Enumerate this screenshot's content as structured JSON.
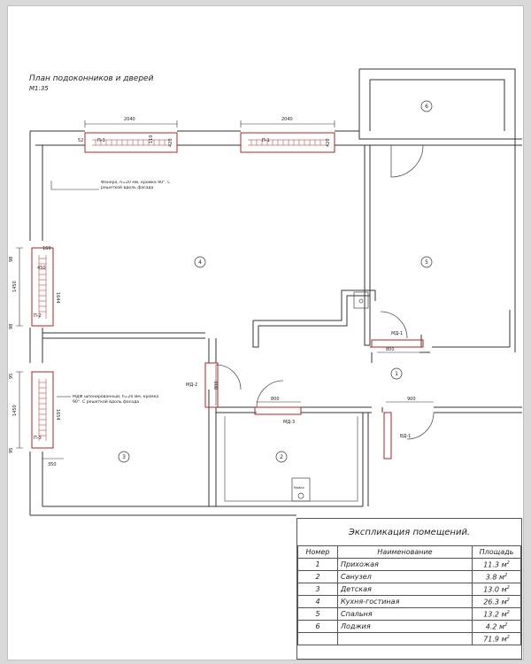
{
  "plan": {
    "title": "План подоконников и дверей",
    "scale": "М1:35",
    "dimensions": {
      "sill_top_left": "2040",
      "sill_top_right": "2040",
      "sill_left_depth": "450",
      "sill_left_height": "1450",
      "sill_left_full": "1644",
      "sill_left_low_height": "1450",
      "sill_low_depth": "350",
      "door_800_a": "800",
      "door_800_b": "800",
      "door_800_c": "800",
      "door_900": "900",
      "small_a": "95",
      "small_b": "95",
      "small_c": "98",
      "small_d": "98",
      "small_e": "52",
      "small_f": "110",
      "small_g": "420",
      "small_h": "420",
      "small_i": "160",
      "small_j": "1654"
    },
    "notes": {
      "sill_top": "Фанера, h=20 мм, кромка 90°. С решеткой вдоль фасада",
      "sill_lower": "МДФ шпонированный, h=20 мм, кромка 90°. С решеткой вдоль фасада",
      "sink": "Мойка"
    },
    "tags": {
      "p1_a": "П-1",
      "p1_b": "П-1",
      "p2": "П-2",
      "p3": "П-3",
      "md1": "МД-1",
      "md2": "МД-2",
      "md3": "МД-3",
      "vd1": "ВД-1"
    },
    "rooms": [
      "1",
      "2",
      "3",
      "4",
      "5",
      "6"
    ]
  },
  "explication": {
    "title": "Экспликация помещений.",
    "headers": {
      "number": "Номер",
      "name": "Наименование",
      "area": "Площадь"
    },
    "unit": "м",
    "unit_power": "2",
    "rows": [
      {
        "number": "1",
        "name": "Прихожая",
        "area": "11.3"
      },
      {
        "number": "2",
        "name": "Санузел",
        "area": "3.8"
      },
      {
        "number": "3",
        "name": "Детская",
        "area": "13.0"
      },
      {
        "number": "4",
        "name": "Кухня-гостиная",
        "area": "26.3"
      },
      {
        "number": "5",
        "name": "Спальня",
        "area": "13.2"
      },
      {
        "number": "6",
        "name": "Лоджия",
        "area": "4.2"
      }
    ],
    "total": "71.9"
  },
  "colors": {
    "wall": "#333333",
    "sill": "#b22222",
    "paper": "#ffffff"
  }
}
